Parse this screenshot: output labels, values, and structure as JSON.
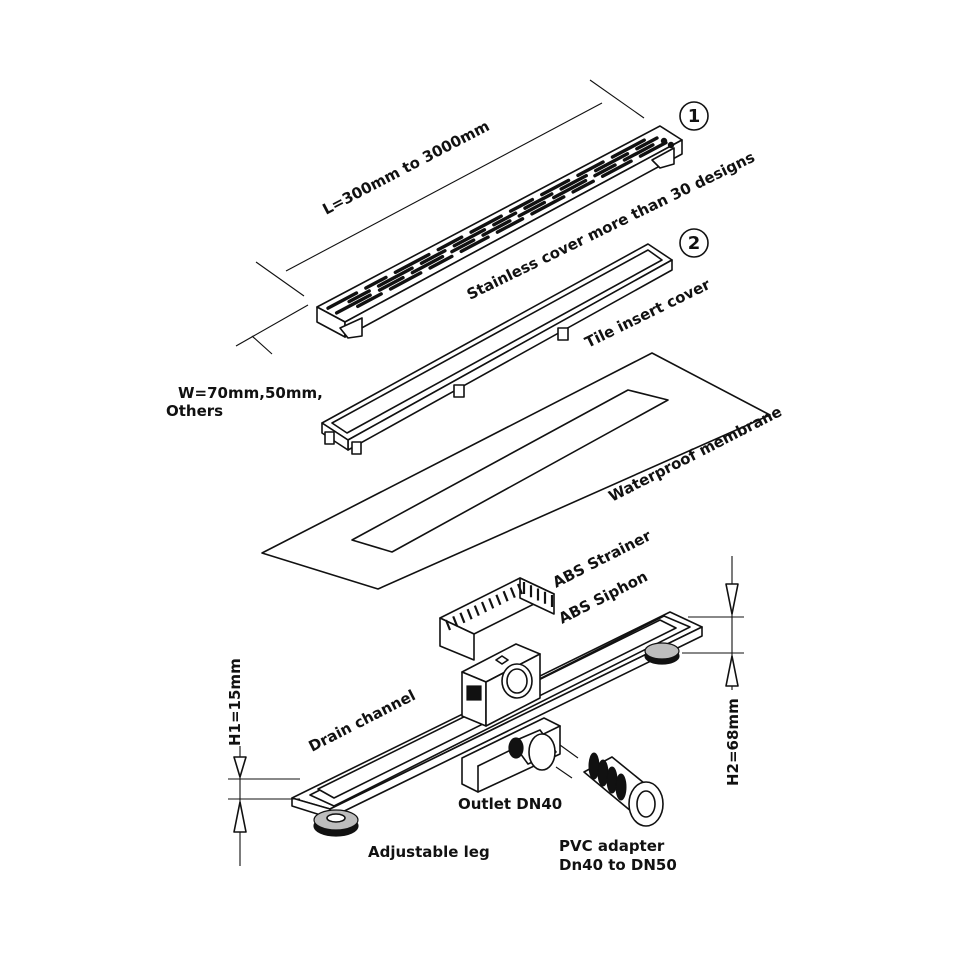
{
  "labels": {
    "step1": "1",
    "step2": "2",
    "length": "L=300mm to 3000mm",
    "stainless_cover": "Stainless cover more than 30 designs",
    "tile_insert": "Tile insert cover",
    "width_line1": "W=70mm,50mm,",
    "width_line2": "Others",
    "membrane": "Waterproof membrane",
    "strainer": "ABS Strainer",
    "siphon": "ABS Siphon",
    "drain_channel": "Drain channel",
    "h1": "H1=15mm",
    "h2": "H2=68mm",
    "outlet": "Outlet  DN40",
    "adjustable_leg": "Adjustable leg",
    "pvc_line1": "PVC adapter",
    "pvc_line2": "Dn40 to DN50"
  }
}
